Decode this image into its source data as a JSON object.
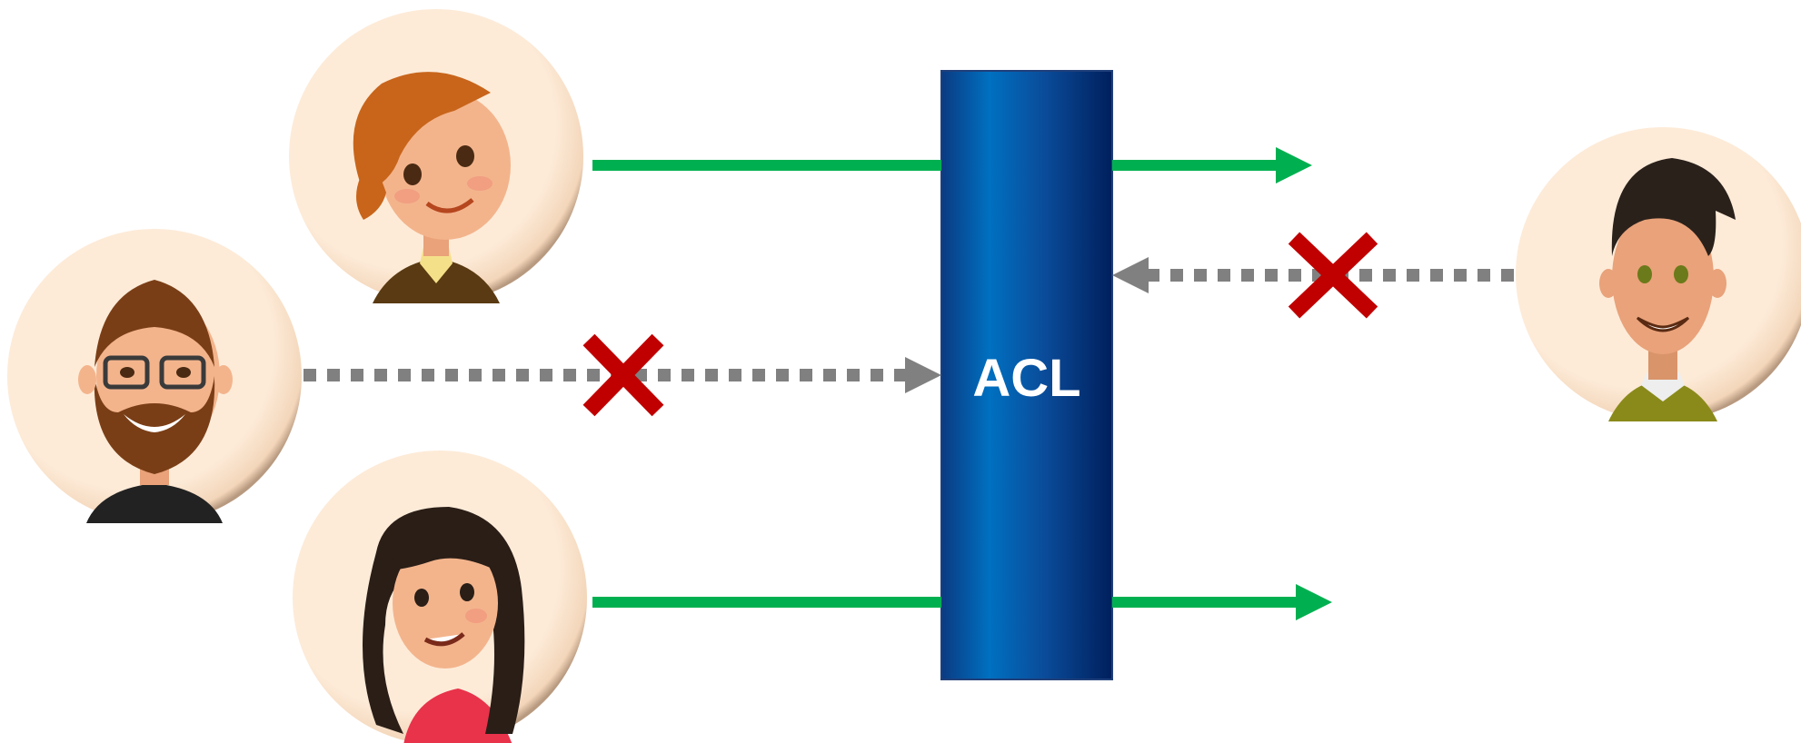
{
  "acl": {
    "label": "ACL"
  },
  "colors": {
    "allowed": "#00B050",
    "blocked": "#808080",
    "deny_mark": "#C00000",
    "acl_dark": "#002060",
    "acl_light": "#0070C0",
    "avatar_bg": "#FDEBD8"
  },
  "avatars": [
    {
      "name": "woman-red-hair",
      "hair": "#C8651B",
      "shirt": "#5A3A12",
      "collar": "#F5E08A"
    },
    {
      "name": "bearded-man-glasses",
      "hair": "#7A3E16",
      "shirt": "#222222",
      "collar": "#222222"
    },
    {
      "name": "woman-black-hair",
      "hair": "#2A1E17",
      "shirt": "#E8334A",
      "collar": "#E8334A"
    },
    {
      "name": "man-black-hair",
      "hair": "#2A211B",
      "shirt": "#8A8A1A",
      "collar": "#EEEEEE"
    }
  ],
  "flows": [
    {
      "name": "flow-top-allowed",
      "status": "permitted"
    },
    {
      "name": "flow-middle-denied",
      "status": "denied"
    },
    {
      "name": "flow-bottom-allowed",
      "status": "permitted"
    },
    {
      "name": "flow-right-denied",
      "status": "denied"
    }
  ]
}
